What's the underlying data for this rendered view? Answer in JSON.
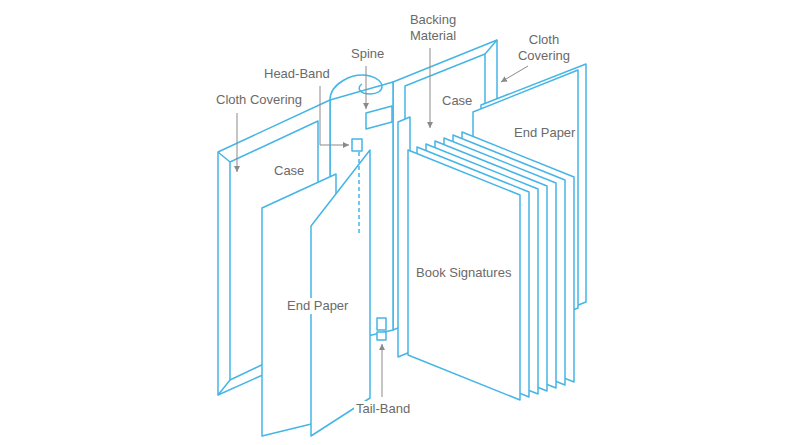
{
  "diagram": {
    "labels": [
      "Backing Material",
      "Cloth Covering",
      "Spine",
      "Head-Band",
      "Case",
      "Cloth Covering",
      "End Paper",
      "Case",
      "Book Signatures",
      "End Paper",
      "Tail-Band"
    ]
  }
}
